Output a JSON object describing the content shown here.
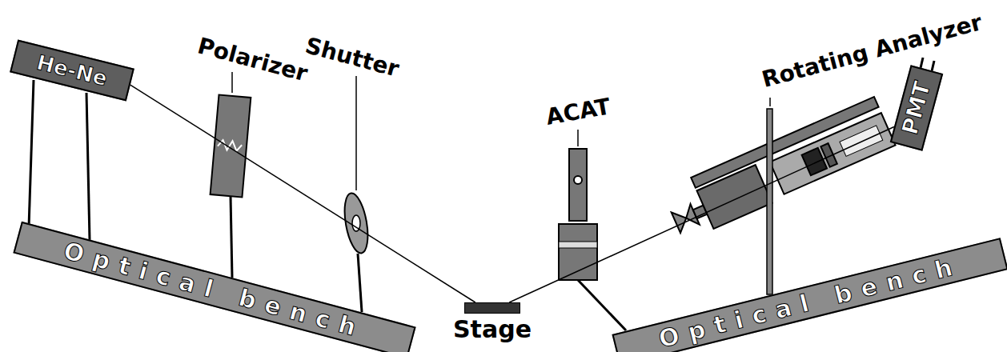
{
  "diagram": {
    "nodes": [
      {
        "text": [
          "He-Ne"
        ]
      },
      {
        "text": [
          "Optical bench"
        ]
      },
      {
        "text": [
          "Stage"
        ]
      },
      {
        "text": [
          "Optical bench"
        ]
      },
      {
        "text": [
          "PMT"
        ]
      }
    ],
    "edges": [
      {
        "from": 0,
        "to": 2,
        "arrow": "none"
      },
      {
        "from": 2,
        "to": 4,
        "arrow": "none"
      }
    ],
    "labels": [
      "Polarizer",
      "Shutter",
      "ACAT",
      "Rotating Analyzer"
    ]
  }
}
